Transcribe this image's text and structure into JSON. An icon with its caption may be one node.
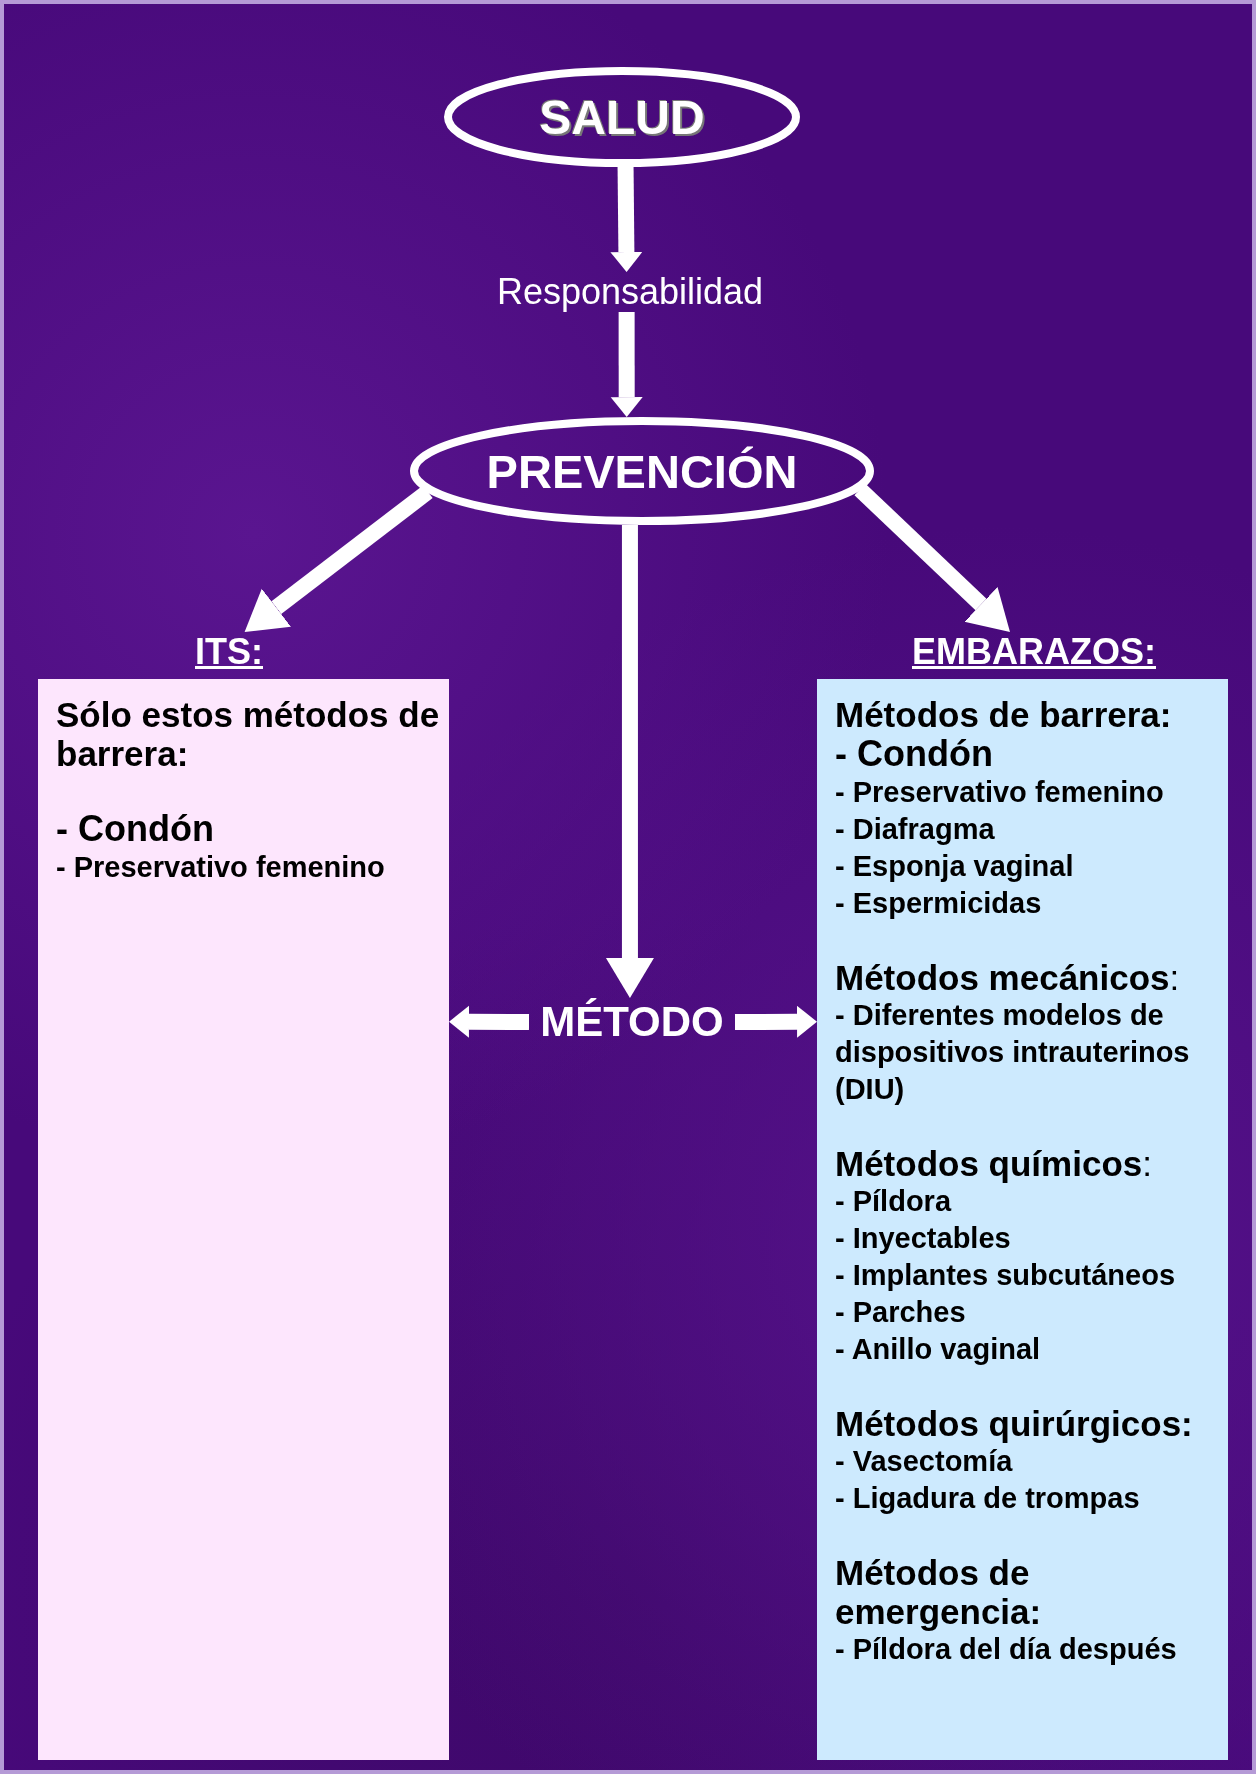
{
  "diagram": {
    "nodes": [
      {
        "text": [
          "SALUD"
        ]
      },
      {
        "text": [
          "Responsabilidad"
        ]
      },
      {
        "text": [
          "PREVENCIÓN"
        ]
      },
      {
        "text": [
          "ITS:"
        ]
      },
      {
        "text": [
          "Sólo estos métodos de barrera:",
          "- Condón",
          "- Preservativo femenino"
        ]
      },
      {
        "text": [
          "MÉTODO"
        ]
      },
      {
        "text": [
          "EMBARAZOS:"
        ]
      },
      {
        "text": [
          "Métodos de barrera:",
          "- Condón",
          "- Preservativo femenino",
          "- Diafragma",
          "- Esponja vaginal",
          "- Espermicidas",
          "**Métodos mecánicos**:",
          "- Diferentes modelos de dispositivos intrauterinos (DIU)",
          "**Métodos químicos**:",
          "- Píldora",
          "- Inyectables",
          "- Implantes subcutáneos",
          "- Parches",
          "- Anillo vaginal",
          "Métodos quirúrgicos:",
          "- Vasectomía",
          "- Ligadura de trompas",
          "Métodos de emergencia:",
          "- Píldora del día después"
        ]
      }
    ],
    "edges": [
      {
        "from": 0,
        "to": 1,
        "arrow": "to"
      },
      {
        "from": 1,
        "to": 2,
        "arrow": "to"
      },
      {
        "from": 2,
        "to": 3,
        "arrow": "to"
      },
      {
        "from": 2,
        "to": 5,
        "arrow": "to"
      },
      {
        "from": 2,
        "to": 6,
        "arrow": "to"
      },
      {
        "from": 5,
        "to": 4,
        "arrow": "to"
      },
      {
        "from": 5,
        "to": 7,
        "arrow": "to"
      }
    ]
  }
}
